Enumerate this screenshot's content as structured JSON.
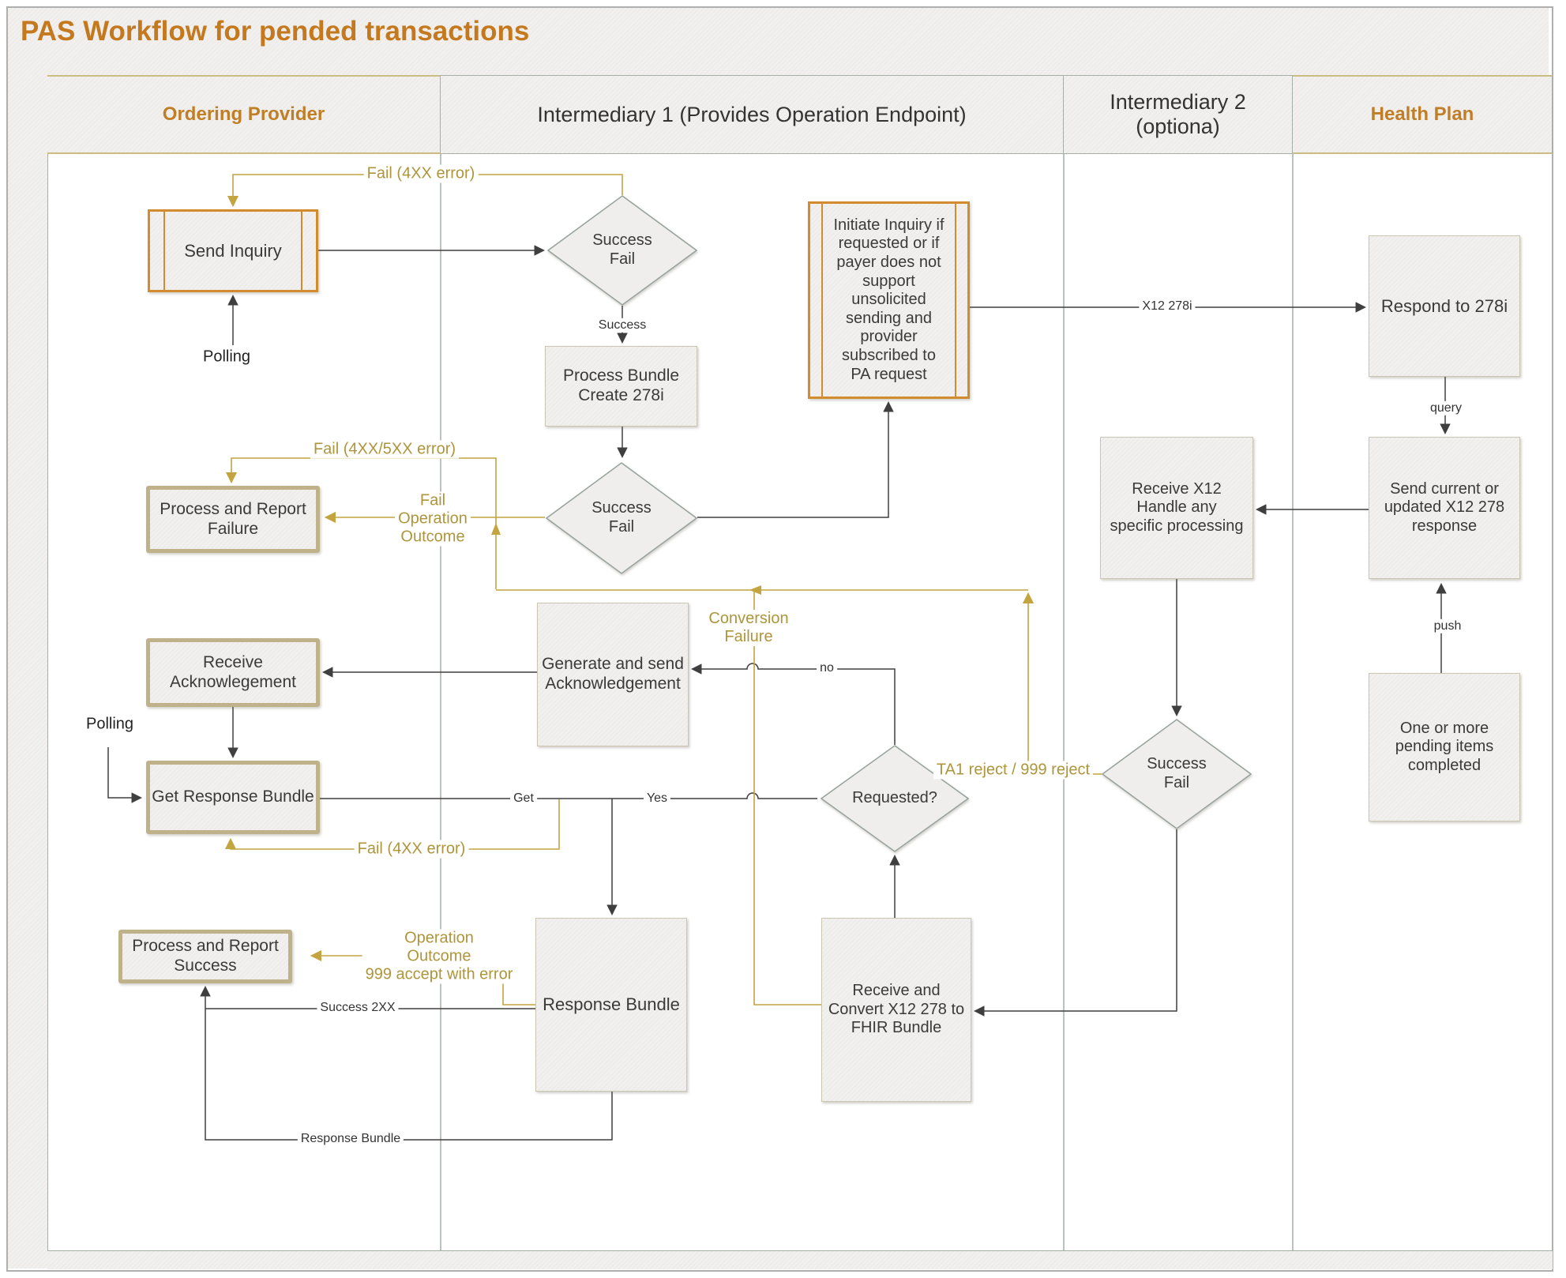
{
  "title": "PAS Workflow for pended transactions",
  "lanes": {
    "ordering_provider": "Ordering Provider",
    "intermediary1": "Intermediary 1 (Provides Operation Endpoint)",
    "intermediary2": "Intermediary 2\n(optiona)",
    "health_plan": "Health Plan"
  },
  "nodes": {
    "send_inquiry": "Send Inquiry",
    "process_report_failure": "Process and Report\nFailure",
    "receive_acknowlegement": "Receive\nAcknowlegement",
    "get_response_bundle": "Get Response Bundle",
    "process_report_success": "Process and Report\nSuccess",
    "success_fail_1": "Success\nFail",
    "process_bundle": "Process Bundle\nCreate 278i",
    "success_fail_2": "Success\nFail",
    "initiate_inquiry": "Initiate Inquiry if\nrequested or if\npayer does not\nsupport\nunsolicited\nsending and\nprovider\nsubscribed to\nPA request",
    "generate_send_ack": "Generate and send\nAcknowledgement",
    "response_bundle": "Response Bundle",
    "requested": "Requested?",
    "receive_convert": "Receive and\nConvert X12 278 to\nFHIR Bundle",
    "receive_x12": "Receive X12\nHandle any\nspecific processing",
    "success_fail_3": "Success\nFail",
    "respond_278i": "Respond to 278i",
    "send_current": "Send current or\nupdated X12 278\nresponse",
    "one_or_more": "One or more\npending items\ncompleted"
  },
  "labels": {
    "fail_4xx_top": "Fail (4XX error)",
    "polling_top": "Polling",
    "success_1": "Success",
    "fail_4xx5xx": "Fail (4XX/5XX error)",
    "fail_operation_outcome": "Fail\nOperation\nOutcome",
    "conversion_failure": "Conversion\nFailure",
    "no": "no",
    "x12_278i": "X12 278i",
    "query": "query",
    "push": "push",
    "ta1_reject": "TA1 reject / 999 reject",
    "polling_left": "Polling",
    "get": "Get",
    "yes": "Yes",
    "fail_4xx_lower": "Fail (4XX error)",
    "operation_outcome_999": "Operation\nOutcome\n999 accept with error",
    "success_2xx": "Success 2XX",
    "response_bundle_label": "Response Bundle"
  },
  "colors": {
    "accent_orange": "#C07E26",
    "gold_line": "#C3A440",
    "gold_text": "#AE953B",
    "tan_border": "#BFB28B",
    "subprocess_border": "#D28B2F",
    "lane_border": "#A6AFA5",
    "shape_border": "#CBC6B2",
    "black_line": "#3F3F3F"
  }
}
